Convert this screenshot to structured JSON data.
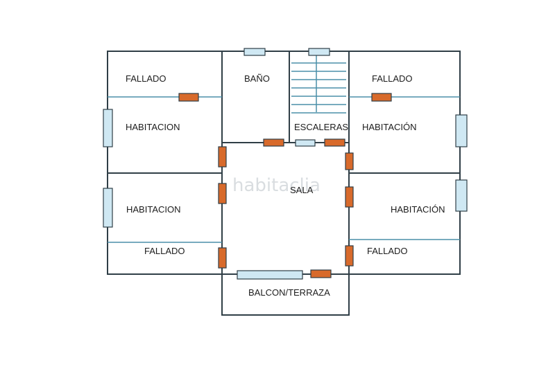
{
  "watermark": "habitaclia",
  "labels": {
    "fallado_tl": "FALLADO",
    "bano": "BAÑO",
    "fallado_tr": "FALLADO",
    "habitacion_tl": "HABITACION",
    "escaleras": "ESCALERAS",
    "habitacion_tr": "HABITACIÓN",
    "sala": "SALA",
    "habitacion_bl": "HABITACION",
    "habitacion_br": "HABITACIÓN",
    "fallado_bl": "FALLADO",
    "fallado_br": "FALLADO",
    "balcon": "BALCON/TERRAZA"
  },
  "colors": {
    "wall": "#2f3e46",
    "partition": "#4a8fa8",
    "window": "#cfe8f3",
    "door": "#d86a2b"
  }
}
